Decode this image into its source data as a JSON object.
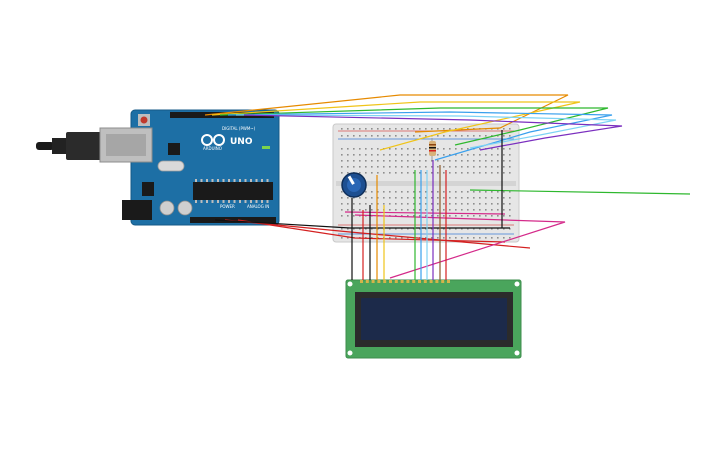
{
  "arduino": {
    "logo_text": "UNO",
    "brand_text": "ARDUINO",
    "digital_label": "DIGITAL (PWM~)",
    "power_label": "POWER",
    "analog_label": "ANALOG IN",
    "pcb_color": "#1d6fa5"
  },
  "breadboard": {
    "body_color": "#e6e6e6",
    "rail_red": "#d9534f",
    "rail_blue": "#3a7bd5"
  },
  "potentiometer": {
    "knob_color": "#1d4f91"
  },
  "resistor": {
    "body_color": "#d8b27a"
  },
  "lcd": {
    "pcb_color": "#4aa55c",
    "screen_color": "#1c2a4a"
  },
  "wire_colors": [
    "#e68a00",
    "#f0c419",
    "#2eb82e",
    "#39a0ed",
    "#7ed3f5",
    "#7b2fbf",
    "#d42a8a",
    "#d42020",
    "#111111",
    "#8b5a2b"
  ]
}
